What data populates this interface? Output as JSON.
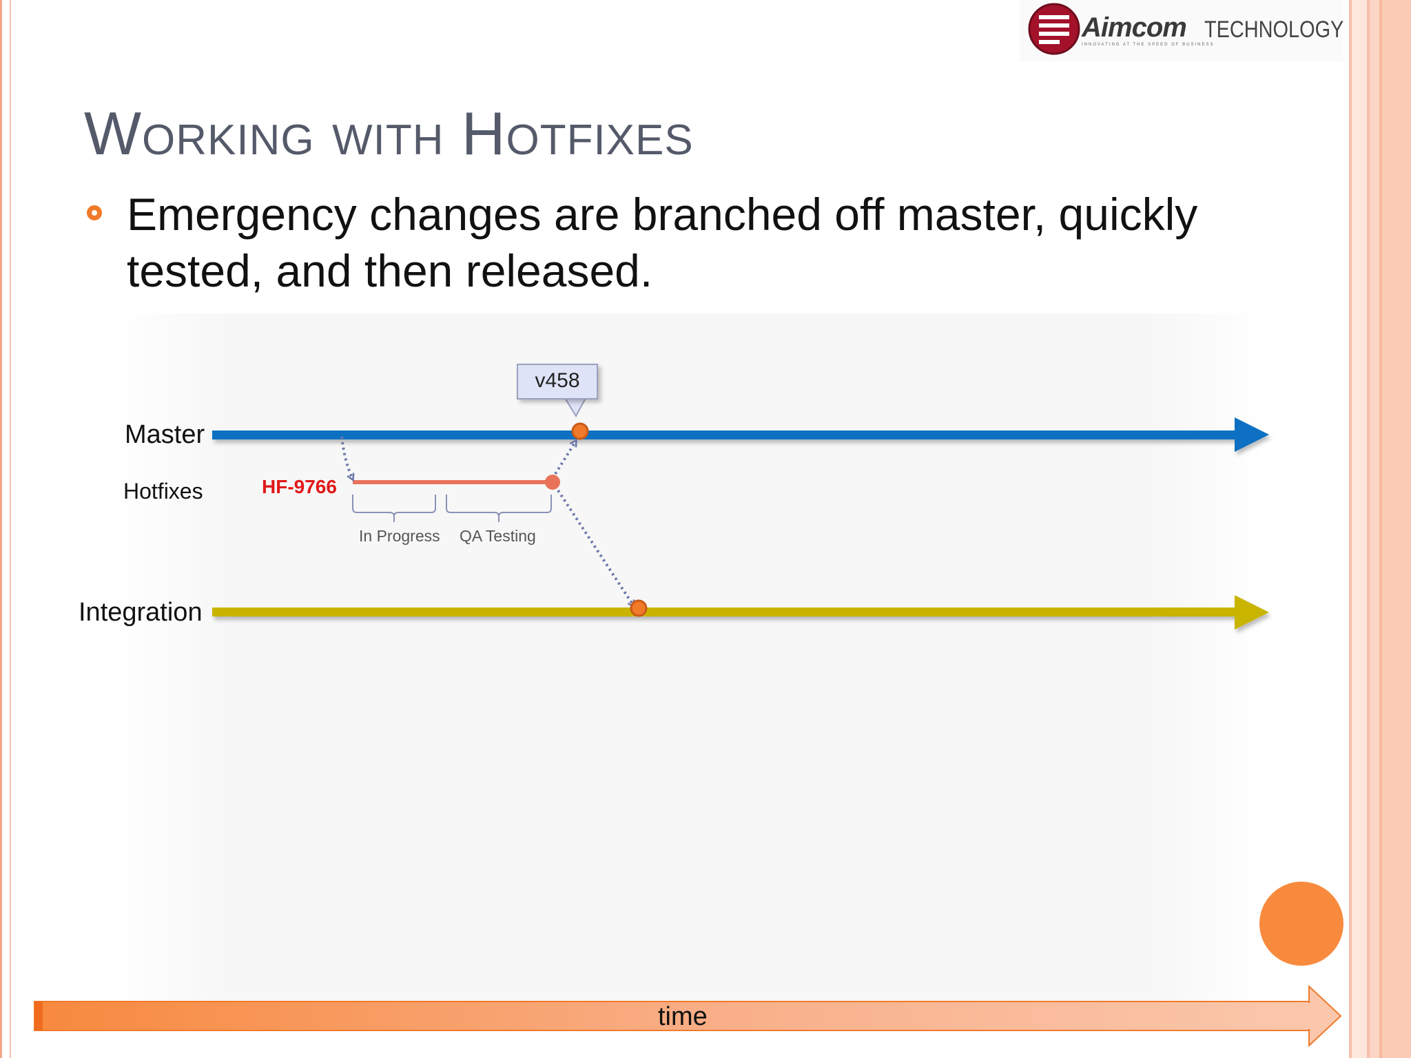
{
  "slide": {
    "title": "Working with Hotfixes",
    "bullet": "Emergency changes are branched off master, quickly tested, and then released."
  },
  "logo": {
    "name_part": "Aimcom",
    "technology": "TECHNOLOGY",
    "tagline": "INNOVATING AT THE SPEED OF BUSINESS"
  },
  "diagram": {
    "lanes": {
      "master": "Master",
      "hotfixes": "Hotfixes",
      "integration": "Integration"
    },
    "hotfix_id": "HF-9766",
    "phases": [
      "In Progress",
      "QA Testing"
    ],
    "version_tag": "v458",
    "time_label": "time",
    "colors": {
      "master": "#0a6fc2",
      "integration": "#c9b400",
      "hotfix": "#e8735a",
      "merge_point": "#f07a2a",
      "time_arrow": "#f7a070",
      "accent": "#f07a2a"
    }
  }
}
